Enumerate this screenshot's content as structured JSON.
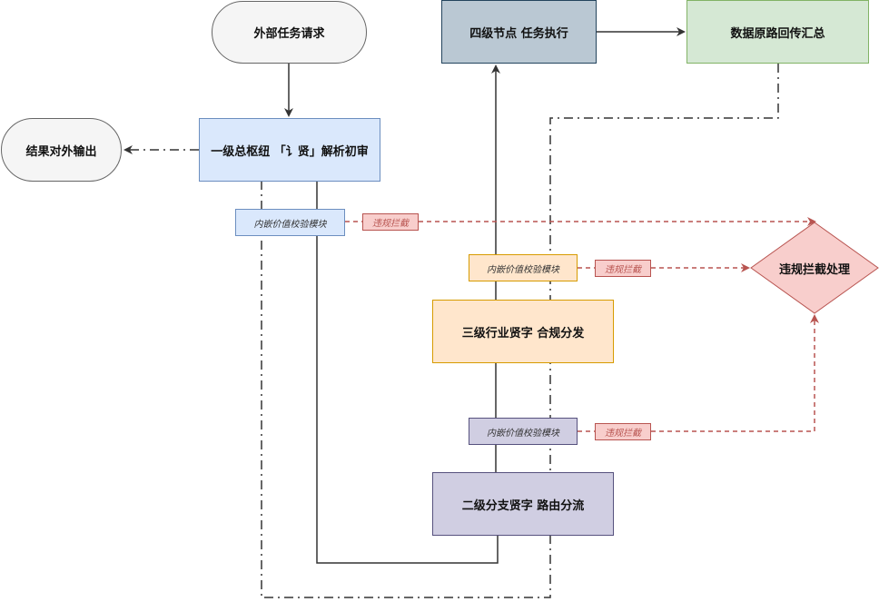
{
  "nodes": {
    "external_request": "外部任务请求",
    "level1": "一级总枢纽 「讠贤」解析初审",
    "output": "结果对外输出",
    "level4": "四级节点 任务执行",
    "return_summary": "数据原路回传汇总",
    "level3": "三级行业贤字 合规分发",
    "level2": "二级分支贤字 路由分流",
    "violation_handling": "违规拦截处理"
  },
  "modules": {
    "module1": "内嵌价值校验模块",
    "module3": "内嵌价值校验模块",
    "module2": "内嵌价值校验模块"
  },
  "tags": {
    "tag1": "违规拦截",
    "tag3": "违规拦截",
    "tag2": "违规拦截"
  },
  "colors": {
    "solid_edge": "#333333",
    "violation_edge": "#b85450",
    "diamond_fill": "#f8cecc"
  }
}
